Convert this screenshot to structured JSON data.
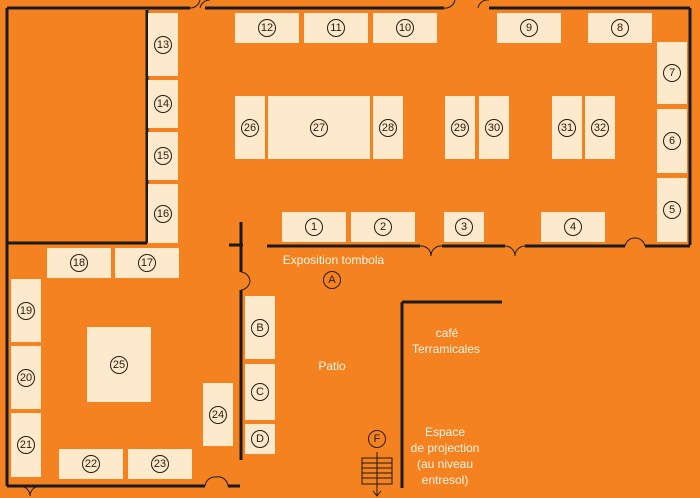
{
  "colors": {
    "background": "#f58220",
    "stand": "#fde9cc",
    "wall": "#1a1a1a",
    "text": "#fff5e6"
  },
  "stands": {
    "s1": "1",
    "s2": "2",
    "s3": "3",
    "s4": "4",
    "s5": "5",
    "s6": "6",
    "s7": "7",
    "s8": "8",
    "s9": "9",
    "s10": "10",
    "s11": "11",
    "s12": "12",
    "s13": "13",
    "s14": "14",
    "s15": "15",
    "s16": "16",
    "s17": "17",
    "s18": "18",
    "s19": "19",
    "s20": "20",
    "s21": "21",
    "s22": "22",
    "s23": "23",
    "s24": "24",
    "s25": "25",
    "s26": "26",
    "s27": "27",
    "s28": "28",
    "s29": "29",
    "s30": "30",
    "s31": "31",
    "s32": "32",
    "sB": "B",
    "sC": "C",
    "sD": "D"
  },
  "markers": {
    "A": "A",
    "F": "F"
  },
  "labels": {
    "exposition": "Exposition tombola",
    "patio": "Patio",
    "cafe_line1": "café",
    "cafe_line2": "Terramicales",
    "proj_line1": "Espace",
    "proj_line2": "de projection",
    "proj_line3": "(au niveau",
    "proj_line4": "entresol)"
  }
}
